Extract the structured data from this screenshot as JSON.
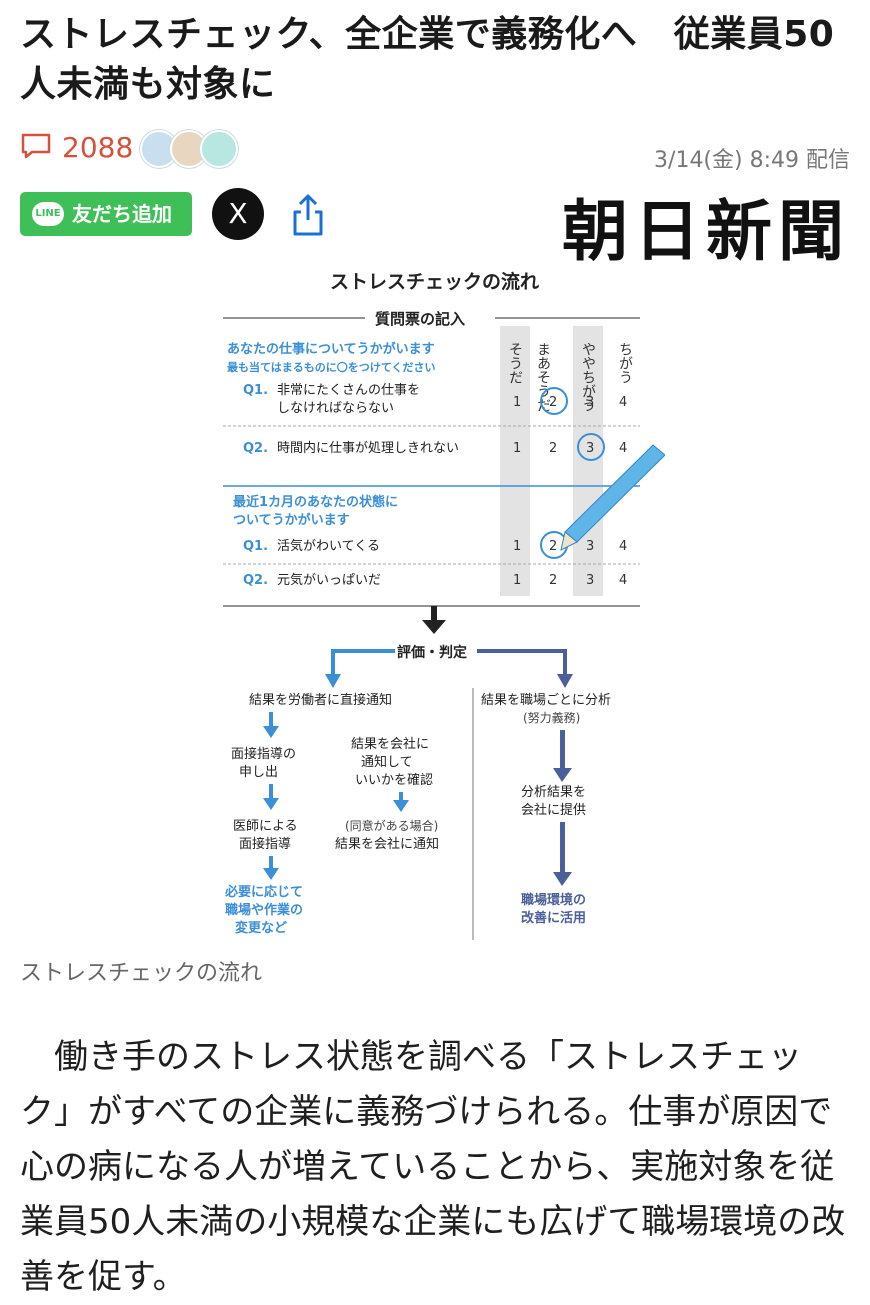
{
  "article": {
    "title": "ストレスチェック、全企業で義務化へ　従業員50人未満も対象に",
    "comment_count": "2088",
    "date": "3/14(金) 8:49 配信",
    "publisher": "朝日新聞",
    "caption": "ストレスチェックの流れ",
    "body": "働き手のストレス状態を調べる「ストレスチェック」がすべての企業に義務づけられる。仕事が原因で心の病になる人が増えていることから、実施対象を従業員50人未満の小規模な企業にも広げて職場環境の改善を促す。"
  },
  "share": {
    "line_badge": "LINE",
    "line_label": "友だち追加",
    "x_label": "X"
  },
  "figure": {
    "title": "ストレスチェックの流れ",
    "subtitle": "質問票の記入",
    "columns": [
      "そうだ",
      "まあそうだ",
      "ややちがう",
      "ちがう"
    ],
    "section1": "あなたの仕事についてうかがいます",
    "section1_note": "最も当てはまるものに〇をつけてください",
    "s1_q1_label": "Q1.",
    "s1_q1_text1": "非常にたくさんの仕事を",
    "s1_q1_text2": "しなければならない",
    "s1_q2_label": "Q2.",
    "s1_q2_text": "時間内に仕事が処理しきれない",
    "section2_1": "最近1カ月のあなたの状態に",
    "section2_2": "ついてうかがいます",
    "s2_q1_label": "Q1.",
    "s2_q1_text": "活気がわいてくる",
    "s2_q2_label": "Q2.",
    "s2_q2_text": "元気がいっぱいだ",
    "n1": "1",
    "n2": "2",
    "n3": "3",
    "n4": "4",
    "judge": "評価・判定",
    "left_head": "結果を労働者に直接通知",
    "l_a1": "面接指導の",
    "l_a2": "申し出",
    "l_b1": "医師による",
    "l_b2": "面接指導",
    "l_c1": "必要に応じて",
    "l_c2": "職場や作業の",
    "l_c3": "変更など",
    "m_a1": "結果を会社に",
    "m_a2": "通知して",
    "m_a3": "いいかを確認",
    "m_b1": "(同意がある場合)",
    "m_b2": "結果を会社に通知",
    "right_head": "結果を職場ごとに分析",
    "right_note": "(努力義務)",
    "r_a1": "分析結果を",
    "r_a2": "会社に提供",
    "r_b1": "職場環境の",
    "r_b2": "改善に活用"
  },
  "colors": {
    "title": "#1a1a1a",
    "comment": "#d7503c",
    "line_green": "#3fbf58",
    "share_blue": "#1d6fd6",
    "figure_blue": "#3b8fd6",
    "figure_navy": "#4b5f9a"
  }
}
